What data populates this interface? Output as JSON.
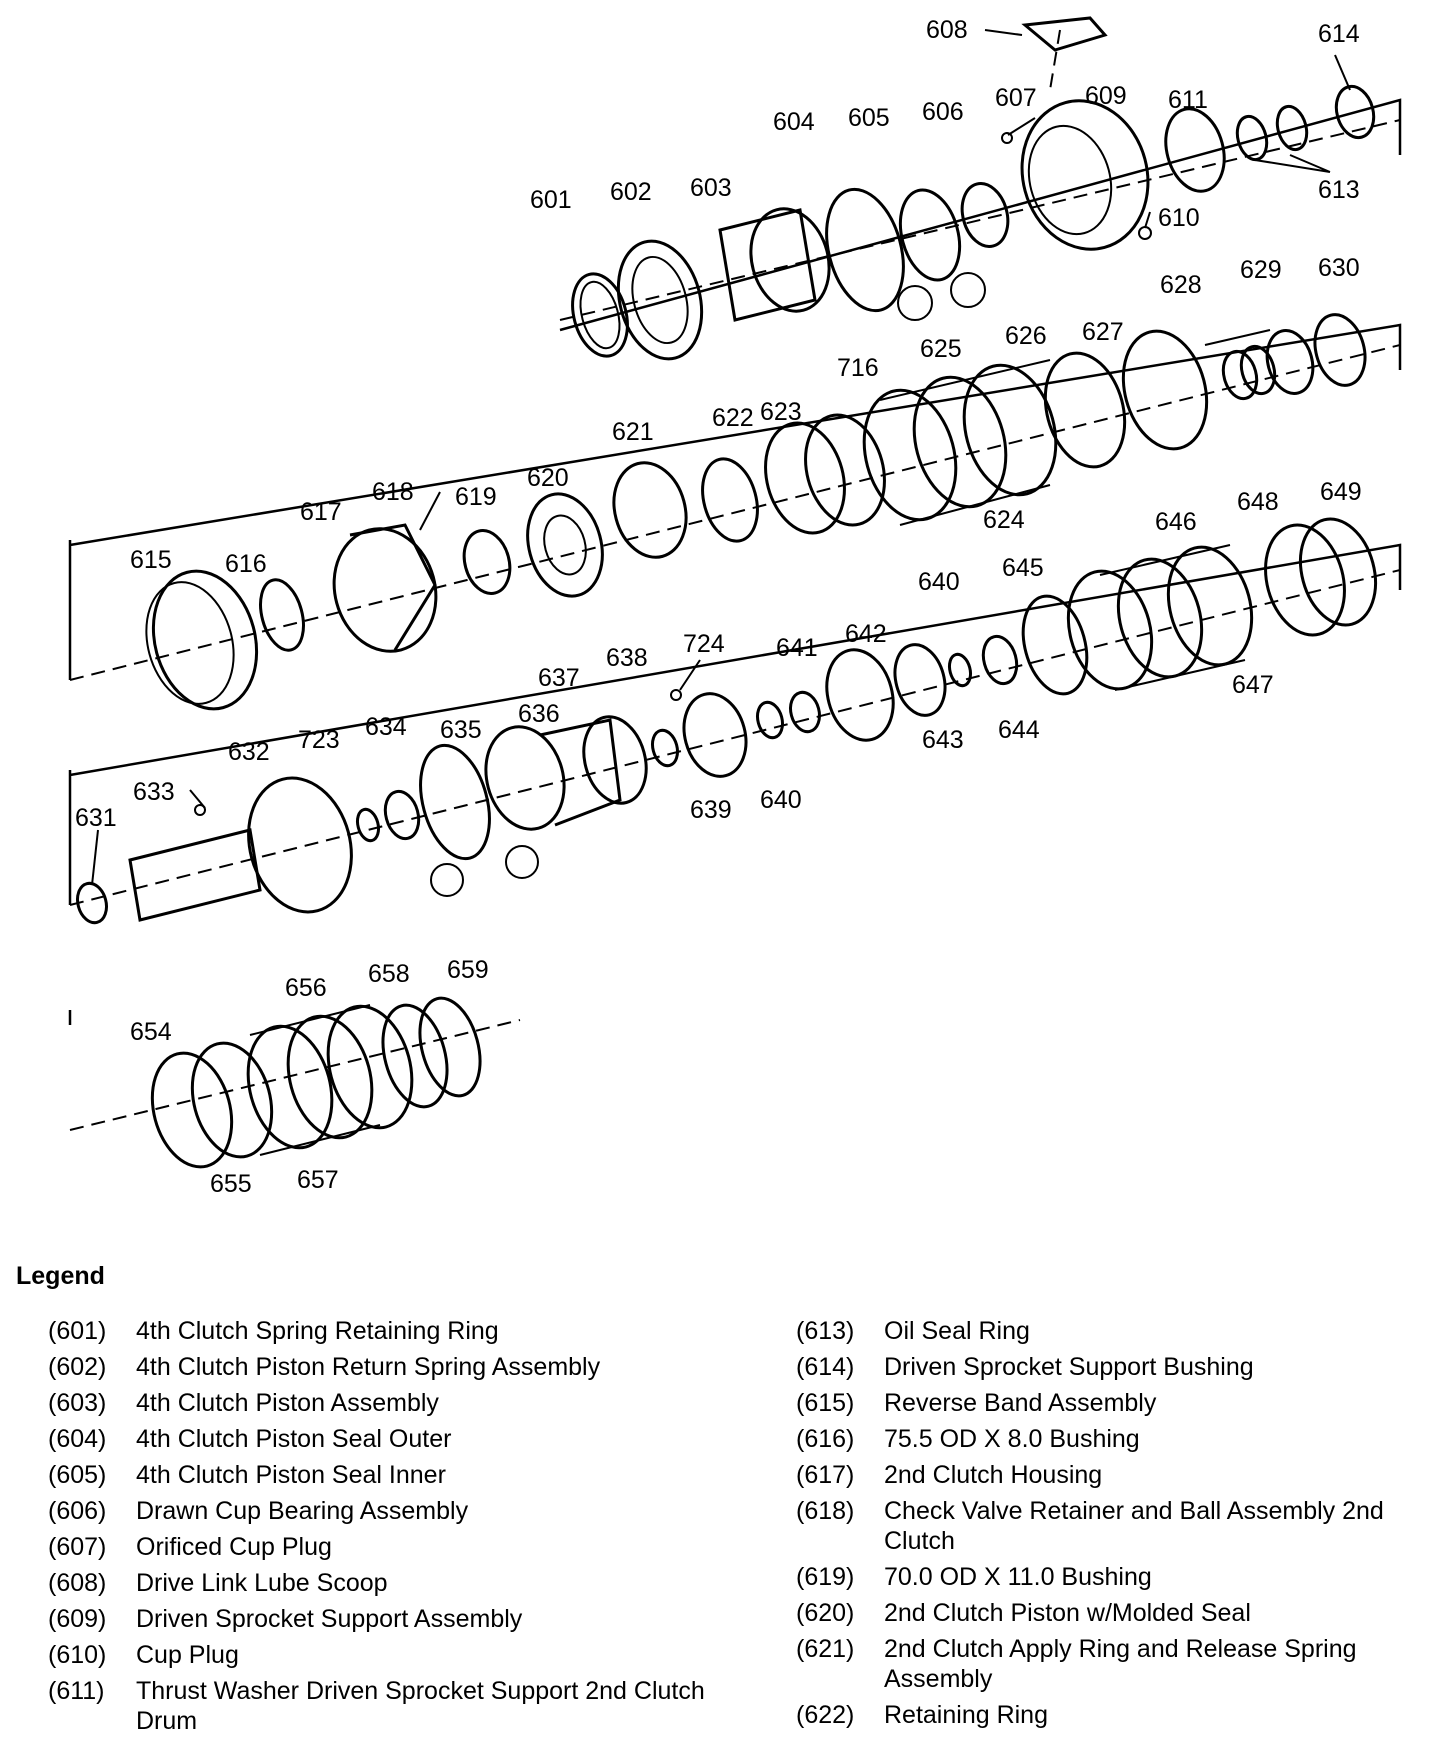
{
  "callouts": [
    {
      "id": "c601",
      "text": "601"
    },
    {
      "id": "c602",
      "text": "602"
    },
    {
      "id": "c603",
      "text": "603"
    },
    {
      "id": "c604",
      "text": "604"
    },
    {
      "id": "c605",
      "text": "605"
    },
    {
      "id": "c606",
      "text": "606"
    },
    {
      "id": "c607",
      "text": "607"
    },
    {
      "id": "c608",
      "text": "608"
    },
    {
      "id": "c609",
      "text": "609"
    },
    {
      "id": "c610",
      "text": "610"
    },
    {
      "id": "c611",
      "text": "611"
    },
    {
      "id": "c613",
      "text": "613"
    },
    {
      "id": "c614",
      "text": "614"
    },
    {
      "id": "c615",
      "text": "615"
    },
    {
      "id": "c616",
      "text": "616"
    },
    {
      "id": "c617",
      "text": "617"
    },
    {
      "id": "c618",
      "text": "618"
    },
    {
      "id": "c619",
      "text": "619"
    },
    {
      "id": "c620",
      "text": "620"
    },
    {
      "id": "c621",
      "text": "621"
    },
    {
      "id": "c622",
      "text": "622"
    },
    {
      "id": "c623",
      "text": "623"
    },
    {
      "id": "c716",
      "text": "716"
    },
    {
      "id": "c625",
      "text": "625"
    },
    {
      "id": "c624",
      "text": "624"
    },
    {
      "id": "c626",
      "text": "626"
    },
    {
      "id": "c627",
      "text": "627"
    },
    {
      "id": "c628",
      "text": "628"
    },
    {
      "id": "c629",
      "text": "629"
    },
    {
      "id": "c630",
      "text": "630"
    },
    {
      "id": "c631",
      "text": "631"
    },
    {
      "id": "c632",
      "text": "632"
    },
    {
      "id": "c633",
      "text": "633"
    },
    {
      "id": "c723",
      "text": "723"
    },
    {
      "id": "c634",
      "text": "634"
    },
    {
      "id": "c635",
      "text": "635"
    },
    {
      "id": "c636",
      "text": "636"
    },
    {
      "id": "c637",
      "text": "637"
    },
    {
      "id": "c638",
      "text": "638"
    },
    {
      "id": "c724",
      "text": "724"
    },
    {
      "id": "c639",
      "text": "639"
    },
    {
      "id": "c640a",
      "text": "640"
    },
    {
      "id": "c641",
      "text": "641"
    },
    {
      "id": "c642",
      "text": "642"
    },
    {
      "id": "c643",
      "text": "643"
    },
    {
      "id": "c640b",
      "text": "640"
    },
    {
      "id": "c644",
      "text": "644"
    },
    {
      "id": "c645",
      "text": "645"
    },
    {
      "id": "c646",
      "text": "646"
    },
    {
      "id": "c647",
      "text": "647"
    },
    {
      "id": "c648",
      "text": "648"
    },
    {
      "id": "c649",
      "text": "649"
    },
    {
      "id": "c654",
      "text": "654"
    },
    {
      "id": "c655",
      "text": "655"
    },
    {
      "id": "c656",
      "text": "656"
    },
    {
      "id": "c657",
      "text": "657"
    },
    {
      "id": "c658",
      "text": "658"
    },
    {
      "id": "c659",
      "text": "659"
    }
  ],
  "legend": {
    "title": "Legend",
    "left": [
      {
        "num": "(601)",
        "desc": "4th Clutch Spring Retaining Ring"
      },
      {
        "num": "(602)",
        "desc": "4th Clutch Piston Return Spring Assembly"
      },
      {
        "num": "(603)",
        "desc": "4th Clutch Piston Assembly"
      },
      {
        "num": "(604)",
        "desc": "4th Clutch Piston Seal Outer"
      },
      {
        "num": "(605)",
        "desc": "4th Clutch Piston Seal Inner"
      },
      {
        "num": "(606)",
        "desc": "Drawn Cup Bearing Assembly"
      },
      {
        "num": "(607)",
        "desc": "Orificed Cup Plug"
      },
      {
        "num": "(608)",
        "desc": "Drive Link Lube Scoop"
      },
      {
        "num": "(609)",
        "desc": "Driven Sprocket Support Assembly"
      },
      {
        "num": "(610)",
        "desc": "Cup Plug"
      },
      {
        "num": "(611)",
        "desc": "Thrust Washer Driven Sprocket Support 2nd Clutch Drum"
      }
    ],
    "right": [
      {
        "num": "(613)",
        "desc": "Oil Seal Ring"
      },
      {
        "num": "(614)",
        "desc": "Driven Sprocket Support Bushing"
      },
      {
        "num": "(615)",
        "desc": "Reverse Band Assembly"
      },
      {
        "num": "(616)",
        "desc": "75.5 OD X 8.0 Bushing"
      },
      {
        "num": "(617)",
        "desc": "2nd Clutch Housing"
      },
      {
        "num": "(618)",
        "desc": "Check Valve Retainer and Ball Assembly 2nd Clutch"
      },
      {
        "num": "(619)",
        "desc": "70.0 OD X 11.0 Bushing"
      },
      {
        "num": "(620)",
        "desc": "2nd Clutch Piston w/Molded Seal"
      },
      {
        "num": "(621)",
        "desc": "2nd Clutch Apply Ring and Release Spring Assembly"
      },
      {
        "num": "(622)",
        "desc": "Retaining Ring"
      }
    ]
  }
}
